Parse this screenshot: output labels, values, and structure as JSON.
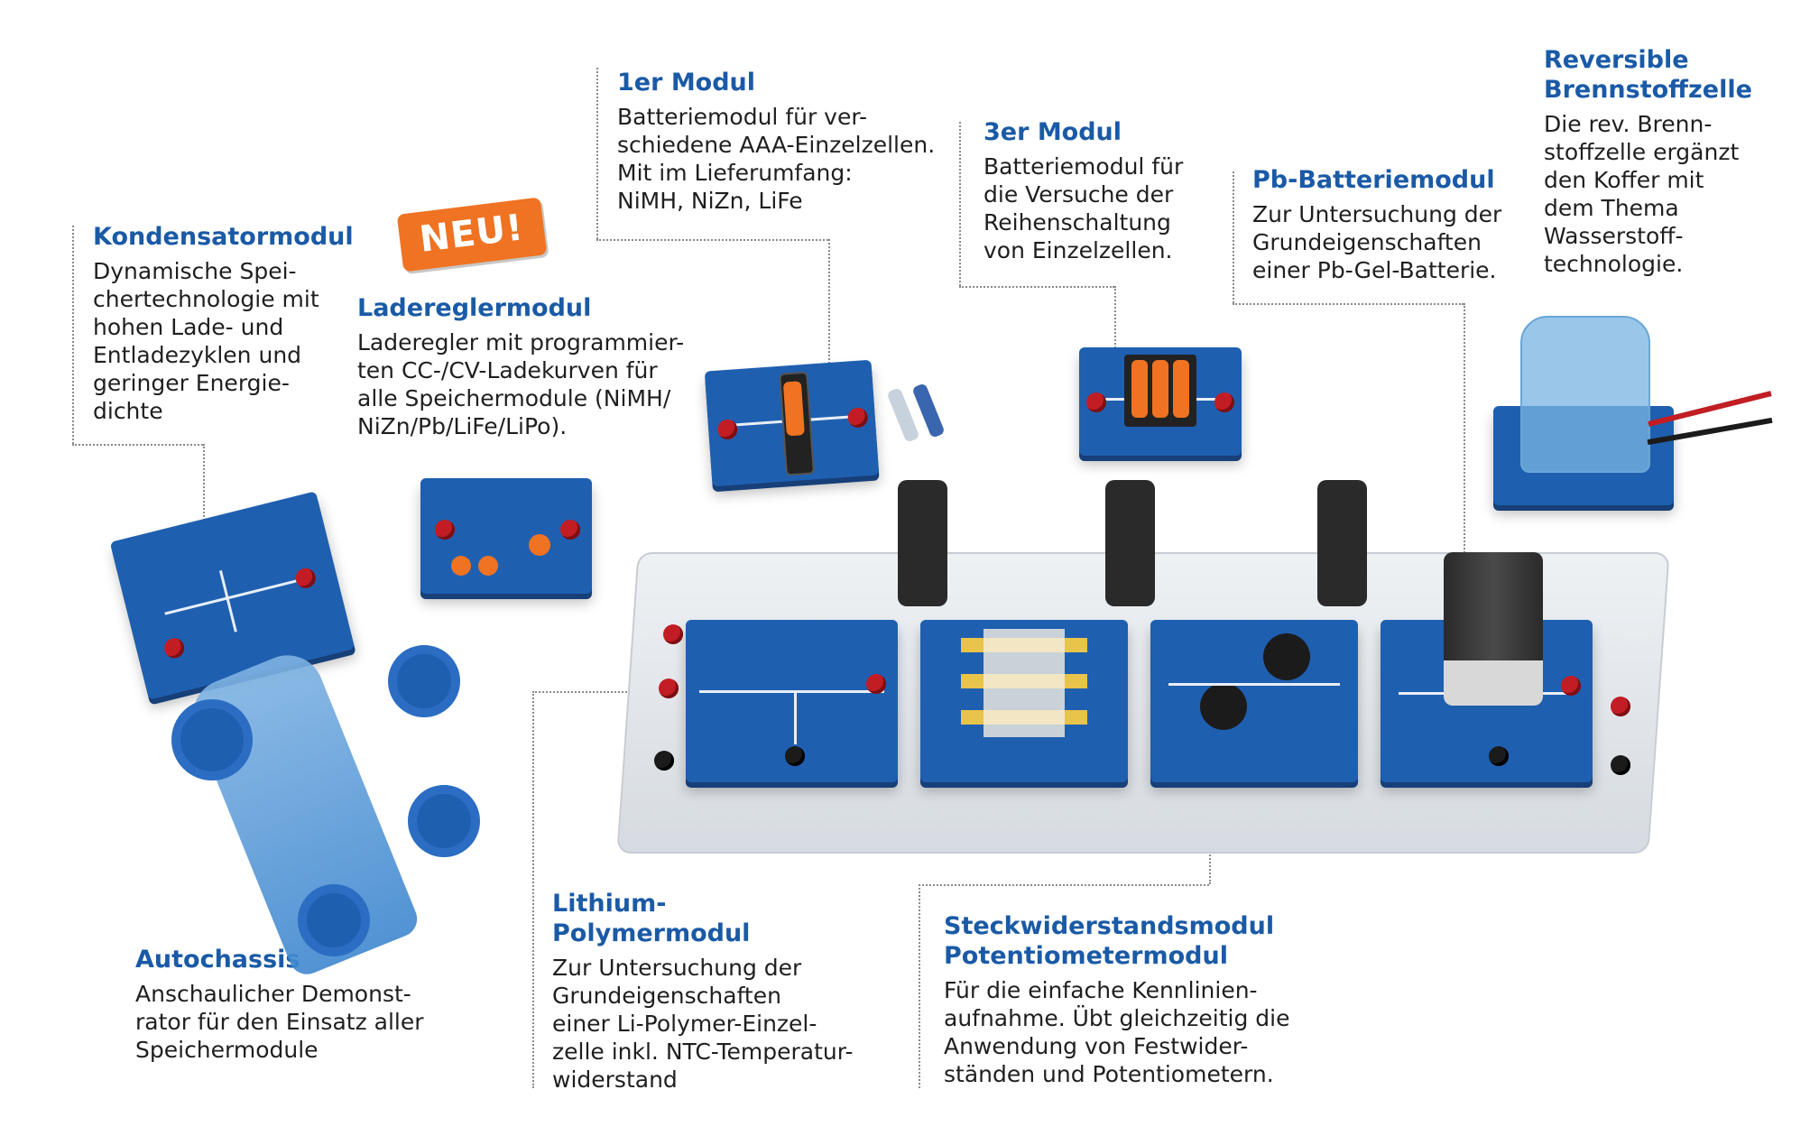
{
  "badge": "NEU!",
  "labels": {
    "kondensator": {
      "title": "Kondensatormodul",
      "text": "Dynamische Spei-\nchertechnologie mit\nhohen Lade- und\nEntladezyklen und\ngeringer Energie-\ndichte"
    },
    "laderegler": {
      "title": "Ladereglermodul",
      "text": "Laderegler mit programmier-\nten CC-/CV-Ladekurven für\nalle Speichermodule (NiMH/\nNiZn/Pb/LiFe/LiPo)."
    },
    "modul1": {
      "title": "1er Modul",
      "text": "Batteriemodul für ver-\nschiedene AAA-Einzelzellen.\nMit im Lieferumfang:\nNiMH, NiZn, LiFe"
    },
    "modul3": {
      "title": "3er Modul",
      "text": "Batteriemodul für\ndie Versuche der\nReihenschaltung\nvon Einzelzellen."
    },
    "pb": {
      "title": "Pb-Batteriemodul",
      "text": "Zur Untersuchung der\nGrundeigenschaften\neiner Pb-Gel-Batterie."
    },
    "brennstoff": {
      "title": "Reversible\nBrennstoffzelle",
      "text": "Die rev. Brenn-\nstoffzelle ergänzt\nden Koffer mit\ndem Thema\nWasserstoff-\ntechnologie."
    },
    "autochassis": {
      "title": "Autochassis",
      "text": "Anschaulicher Demonst-\nrator für den Einsatz aller\nSpeichermodule"
    },
    "lithium": {
      "title": "Lithium-\nPolymermodul",
      "text": "Zur Untersuchung der\nGrundeigenschaften\neiner Li-Polymer-Einzel-\nzelle inkl. NTC-Temperatur-\nwiderstand"
    },
    "steckwiderstand": {
      "title": "Steckwiderstandsmodul\nPotentiometermodul",
      "text": "Für die einfache Kennlinien-\naufnahme. Übt gleichzeitig die\nAnwendung von Festwider-\nständen und Potentiometern."
    }
  },
  "colors": {
    "title": "#1a5aa6",
    "badge": "#ef7322",
    "module": "#1f5fb0"
  }
}
